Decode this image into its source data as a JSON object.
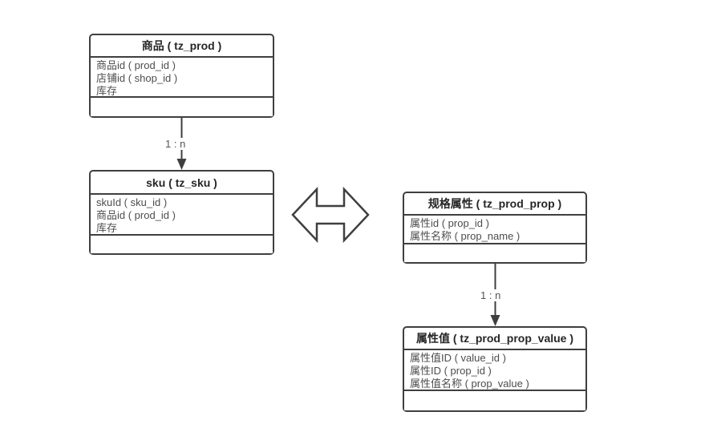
{
  "diagram": {
    "background_color": "#ffffff",
    "line_color": "#3f3f3f",
    "header_text_color": "#262626",
    "row_text_color": "#4d4d4d",
    "label_text_color": "#555555",
    "tables": [
      {
        "id": "prod",
        "title": "商品 ( tz_prod )",
        "rows": [
          "商品id ( prod_id )",
          "店铺id ( shop_id )",
          "库存"
        ]
      },
      {
        "id": "sku",
        "title": "sku ( tz_sku )",
        "rows": [
          "skuId ( sku_id )",
          "商品id ( prod_id )",
          "库存"
        ]
      },
      {
        "id": "prod_prop",
        "title": "规格属性 ( tz_prod_prop )",
        "rows": [
          "属性id ( prop_id )",
          "属性名称 ( prop_name )"
        ]
      },
      {
        "id": "prod_prop_value",
        "title": "属性值 ( tz_prod_prop_value )",
        "rows": [
          "属性值ID ( value_id )",
          "属性ID ( prop_id )",
          "属性值名称 ( prop_value )"
        ]
      }
    ],
    "connectors": [
      {
        "from": "商品 ( tz_prod )",
        "to": "sku ( tz_sku )",
        "label": "1 : n"
      },
      {
        "from": "sku ( tz_sku )",
        "to": "规格属性 ( tz_prod_prop )",
        "label": ""
      },
      {
        "from": "规格属性 ( tz_prod_prop )",
        "to": "属性值 ( tz_prod_prop_value )",
        "label": "1 : n"
      }
    ]
  }
}
